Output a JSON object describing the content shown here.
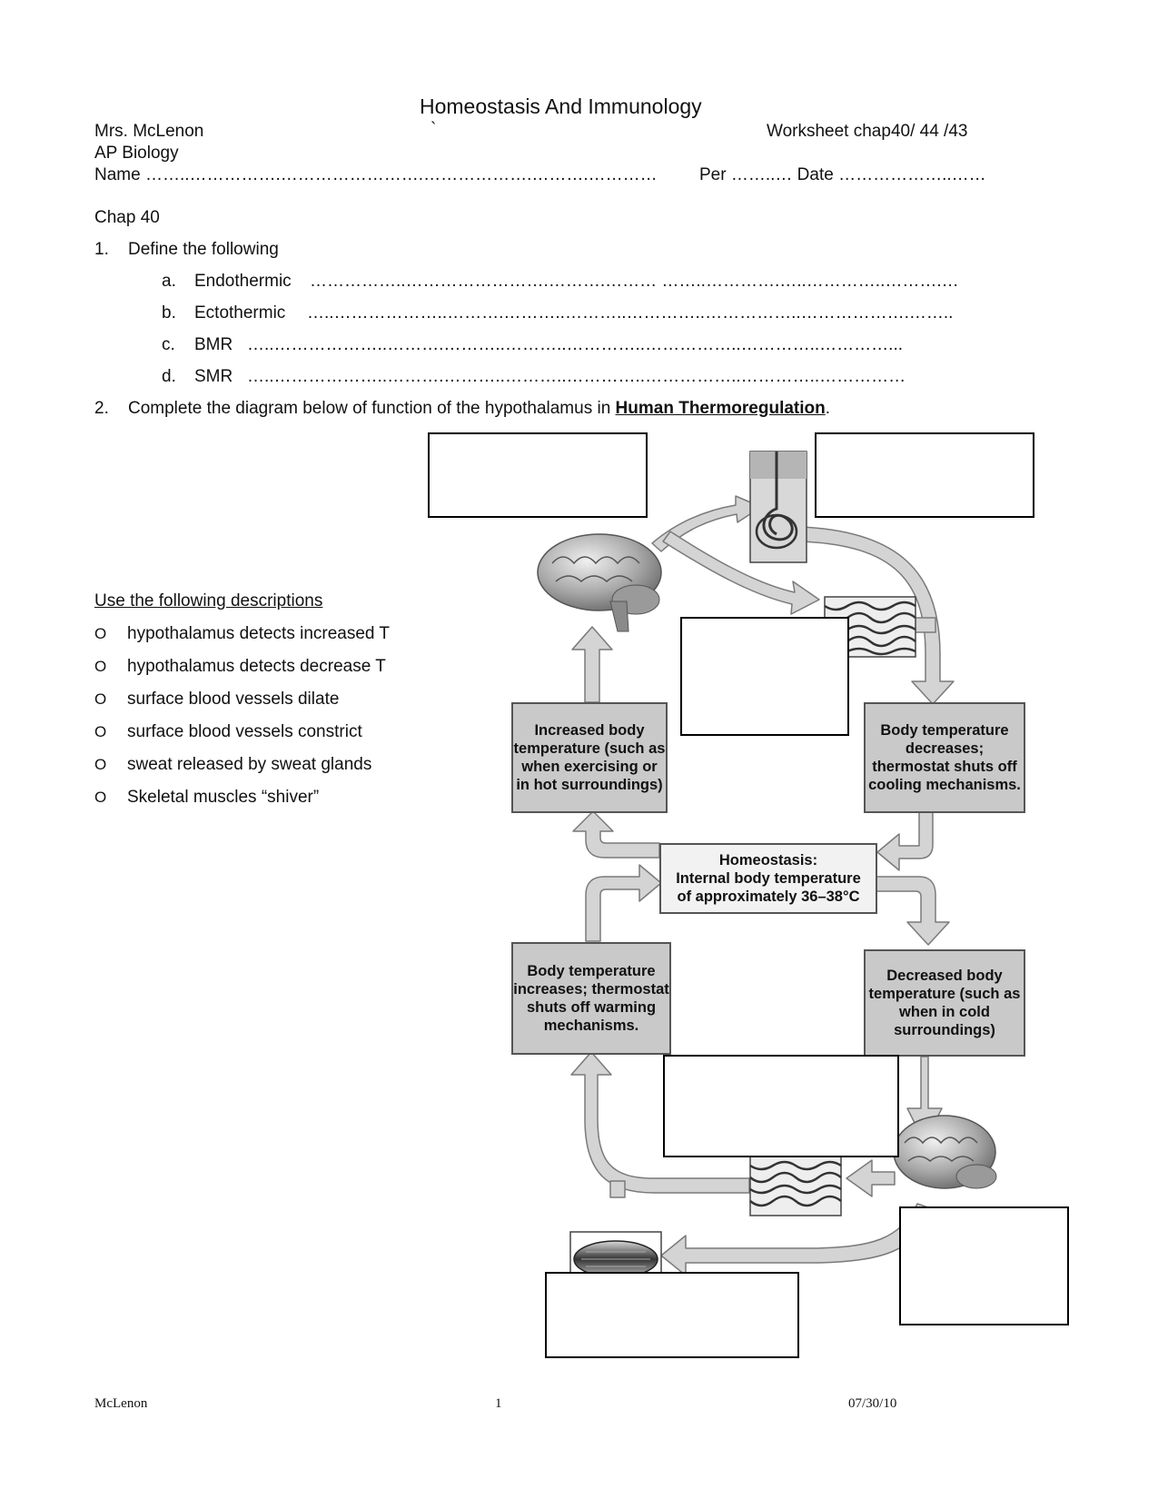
{
  "header": {
    "title": "Homeostasis And Immunology",
    "teacher": "Mrs. McLenon",
    "tick": "`",
    "worksheet": "Worksheet chap40/ 44 /43",
    "course": "AP Biology",
    "name_line": "Name ……..…………….…………………….……………….……….…………",
    "per_date_line": "Per ……..… Date ………………..……"
  },
  "section": "Chap 40",
  "question1": {
    "num": "1.",
    "text": "Define the following",
    "items": [
      {
        "letter": "a.",
        "term": "Endothermic",
        "line": "……………..…………………….……….……… ……..………….…..…………..……….…"
      },
      {
        "letter": "b.",
        "term": "Ectothermic",
        "line": "…..………………..……….………..………..…………..……………..……………….…….."
      },
      {
        "letter": "c.",
        "term": "BMR",
        "line": "…..………………..……….………..………..…………..……………..…………..…………..."
      },
      {
        "letter": "d.",
        "term": "SMR",
        "line": "…..………………..……….………..………..…………..……………..…………..……………"
      }
    ]
  },
  "question2": {
    "num": "2.",
    "text_before": "Complete the diagram below of function of the hypothalamus in ",
    "emphasis": "Human  Thermoregulation",
    "text_after": "."
  },
  "descriptions": {
    "heading": "Use the following descriptions",
    "bullet": "O",
    "items": [
      "hypothalamus detects increased T",
      "hypothalamus detects decrease T",
      "surface blood vessels dilate",
      "surface blood vessels constrict",
      "sweat released by sweat glands",
      "Skeletal muscles “shiver”"
    ]
  },
  "diagram": {
    "increased_temp": "Increased body temperature (such as when exercising or in hot surroundings)",
    "decreases_temp": "Body temperature decreases; thermostat shuts off cooling mechanisms.",
    "homeostasis_title": "Homeostasis:",
    "homeostasis_line2": "Internal body temperature",
    "homeostasis_line3": "of approximately 36–38°C",
    "increases_temp": "Body temperature increases; thermostat shuts off warming mechanisms.",
    "decreased_temp": "Decreased body temperature (such as when in cold surroundings)",
    "arrow_color": "#d4d4d4",
    "box_color": "#c9c9c9"
  },
  "footer": {
    "author": "McLenon",
    "page": "1",
    "date": "07/30/10"
  }
}
